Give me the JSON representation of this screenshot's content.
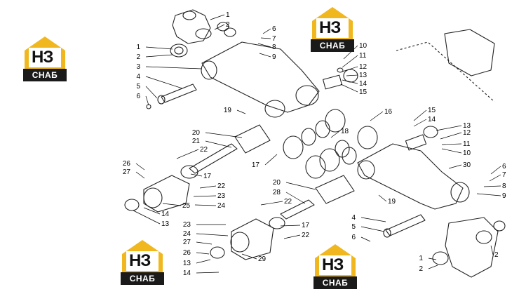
{
  "logos": [
    {
      "mark": "НЗ",
      "band": "СНАБ"
    },
    {
      "mark": "НЗ",
      "band": "СНАБ"
    },
    {
      "mark": "НЗ",
      "band": "СНАБ"
    },
    {
      "mark": "НЗ",
      "band": "СНАБ"
    }
  ],
  "colors": {
    "logo_yellow": "#f0b81e",
    "logo_dark": "#1a1a1a",
    "line": "#222222",
    "callout": "#000000"
  },
  "callouts": [
    "1",
    "2",
    "1",
    "2",
    "3",
    "4",
    "5",
    "6",
    "6",
    "7",
    "8",
    "9",
    "10",
    "11",
    "12",
    "13",
    "14",
    "15",
    "19",
    "16",
    "18",
    "20",
    "21",
    "22",
    "17",
    "26",
    "27",
    "17",
    "22",
    "23",
    "24",
    "25",
    "14",
    "13",
    "15",
    "14",
    "13",
    "12",
    "11",
    "10",
    "30",
    "6",
    "7",
    "8",
    "9",
    "19",
    "20",
    "28",
    "22",
    "4",
    "5",
    "6",
    "23",
    "24",
    "17",
    "22",
    "27",
    "26",
    "13",
    "14",
    "29",
    "1",
    "2",
    "2"
  ]
}
